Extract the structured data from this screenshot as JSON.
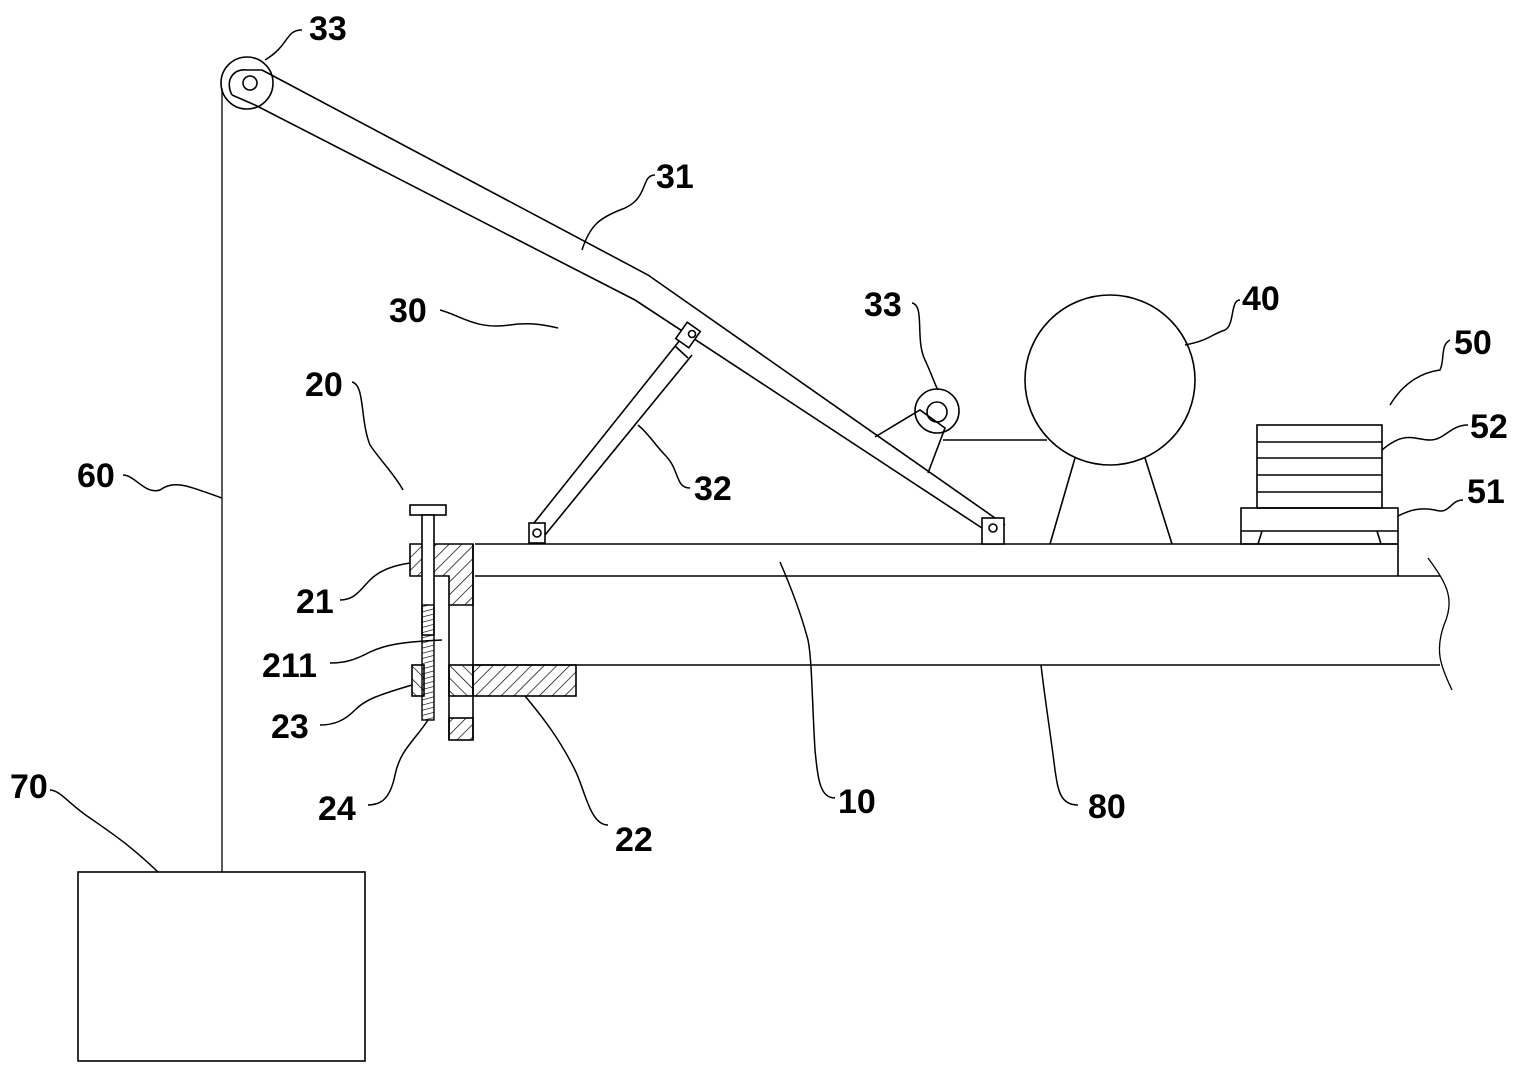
{
  "figure": {
    "type": "patent-mechanical-drawing",
    "line_color": "#000000",
    "background": "#ffffff"
  },
  "labels": {
    "l10": "10",
    "l20": "20",
    "l21": "21",
    "l211": "211",
    "l22": "22",
    "l23": "23",
    "l24": "24",
    "l30": "30",
    "l31": "31",
    "l32": "32",
    "l33_top": "33",
    "l33_mid": "33",
    "l40": "40",
    "l50": "50",
    "l51": "51",
    "l52": "52",
    "l60": "60",
    "l70": "70",
    "l80": "80"
  },
  "components": [
    {
      "ref": "10",
      "name": "platform"
    },
    {
      "ref": "20",
      "name": "clamping-assembly"
    },
    {
      "ref": "21",
      "name": "upper-clamp-block"
    },
    {
      "ref": "211",
      "name": "screw-rod"
    },
    {
      "ref": "22",
      "name": "lower-clamp-plate"
    },
    {
      "ref": "23",
      "name": "nut"
    },
    {
      "ref": "24",
      "name": "thread"
    },
    {
      "ref": "30",
      "name": "boom-assembly"
    },
    {
      "ref": "31",
      "name": "boom-arm"
    },
    {
      "ref": "32",
      "name": "support-strut"
    },
    {
      "ref": "33",
      "name": "pulley"
    },
    {
      "ref": "40",
      "name": "winch-drum"
    },
    {
      "ref": "50",
      "name": "counterweight-assembly"
    },
    {
      "ref": "51",
      "name": "counterweight-base"
    },
    {
      "ref": "52",
      "name": "counterweight-stack"
    },
    {
      "ref": "60",
      "name": "cable"
    },
    {
      "ref": "70",
      "name": "load"
    },
    {
      "ref": "80",
      "name": "support-structure"
    }
  ]
}
